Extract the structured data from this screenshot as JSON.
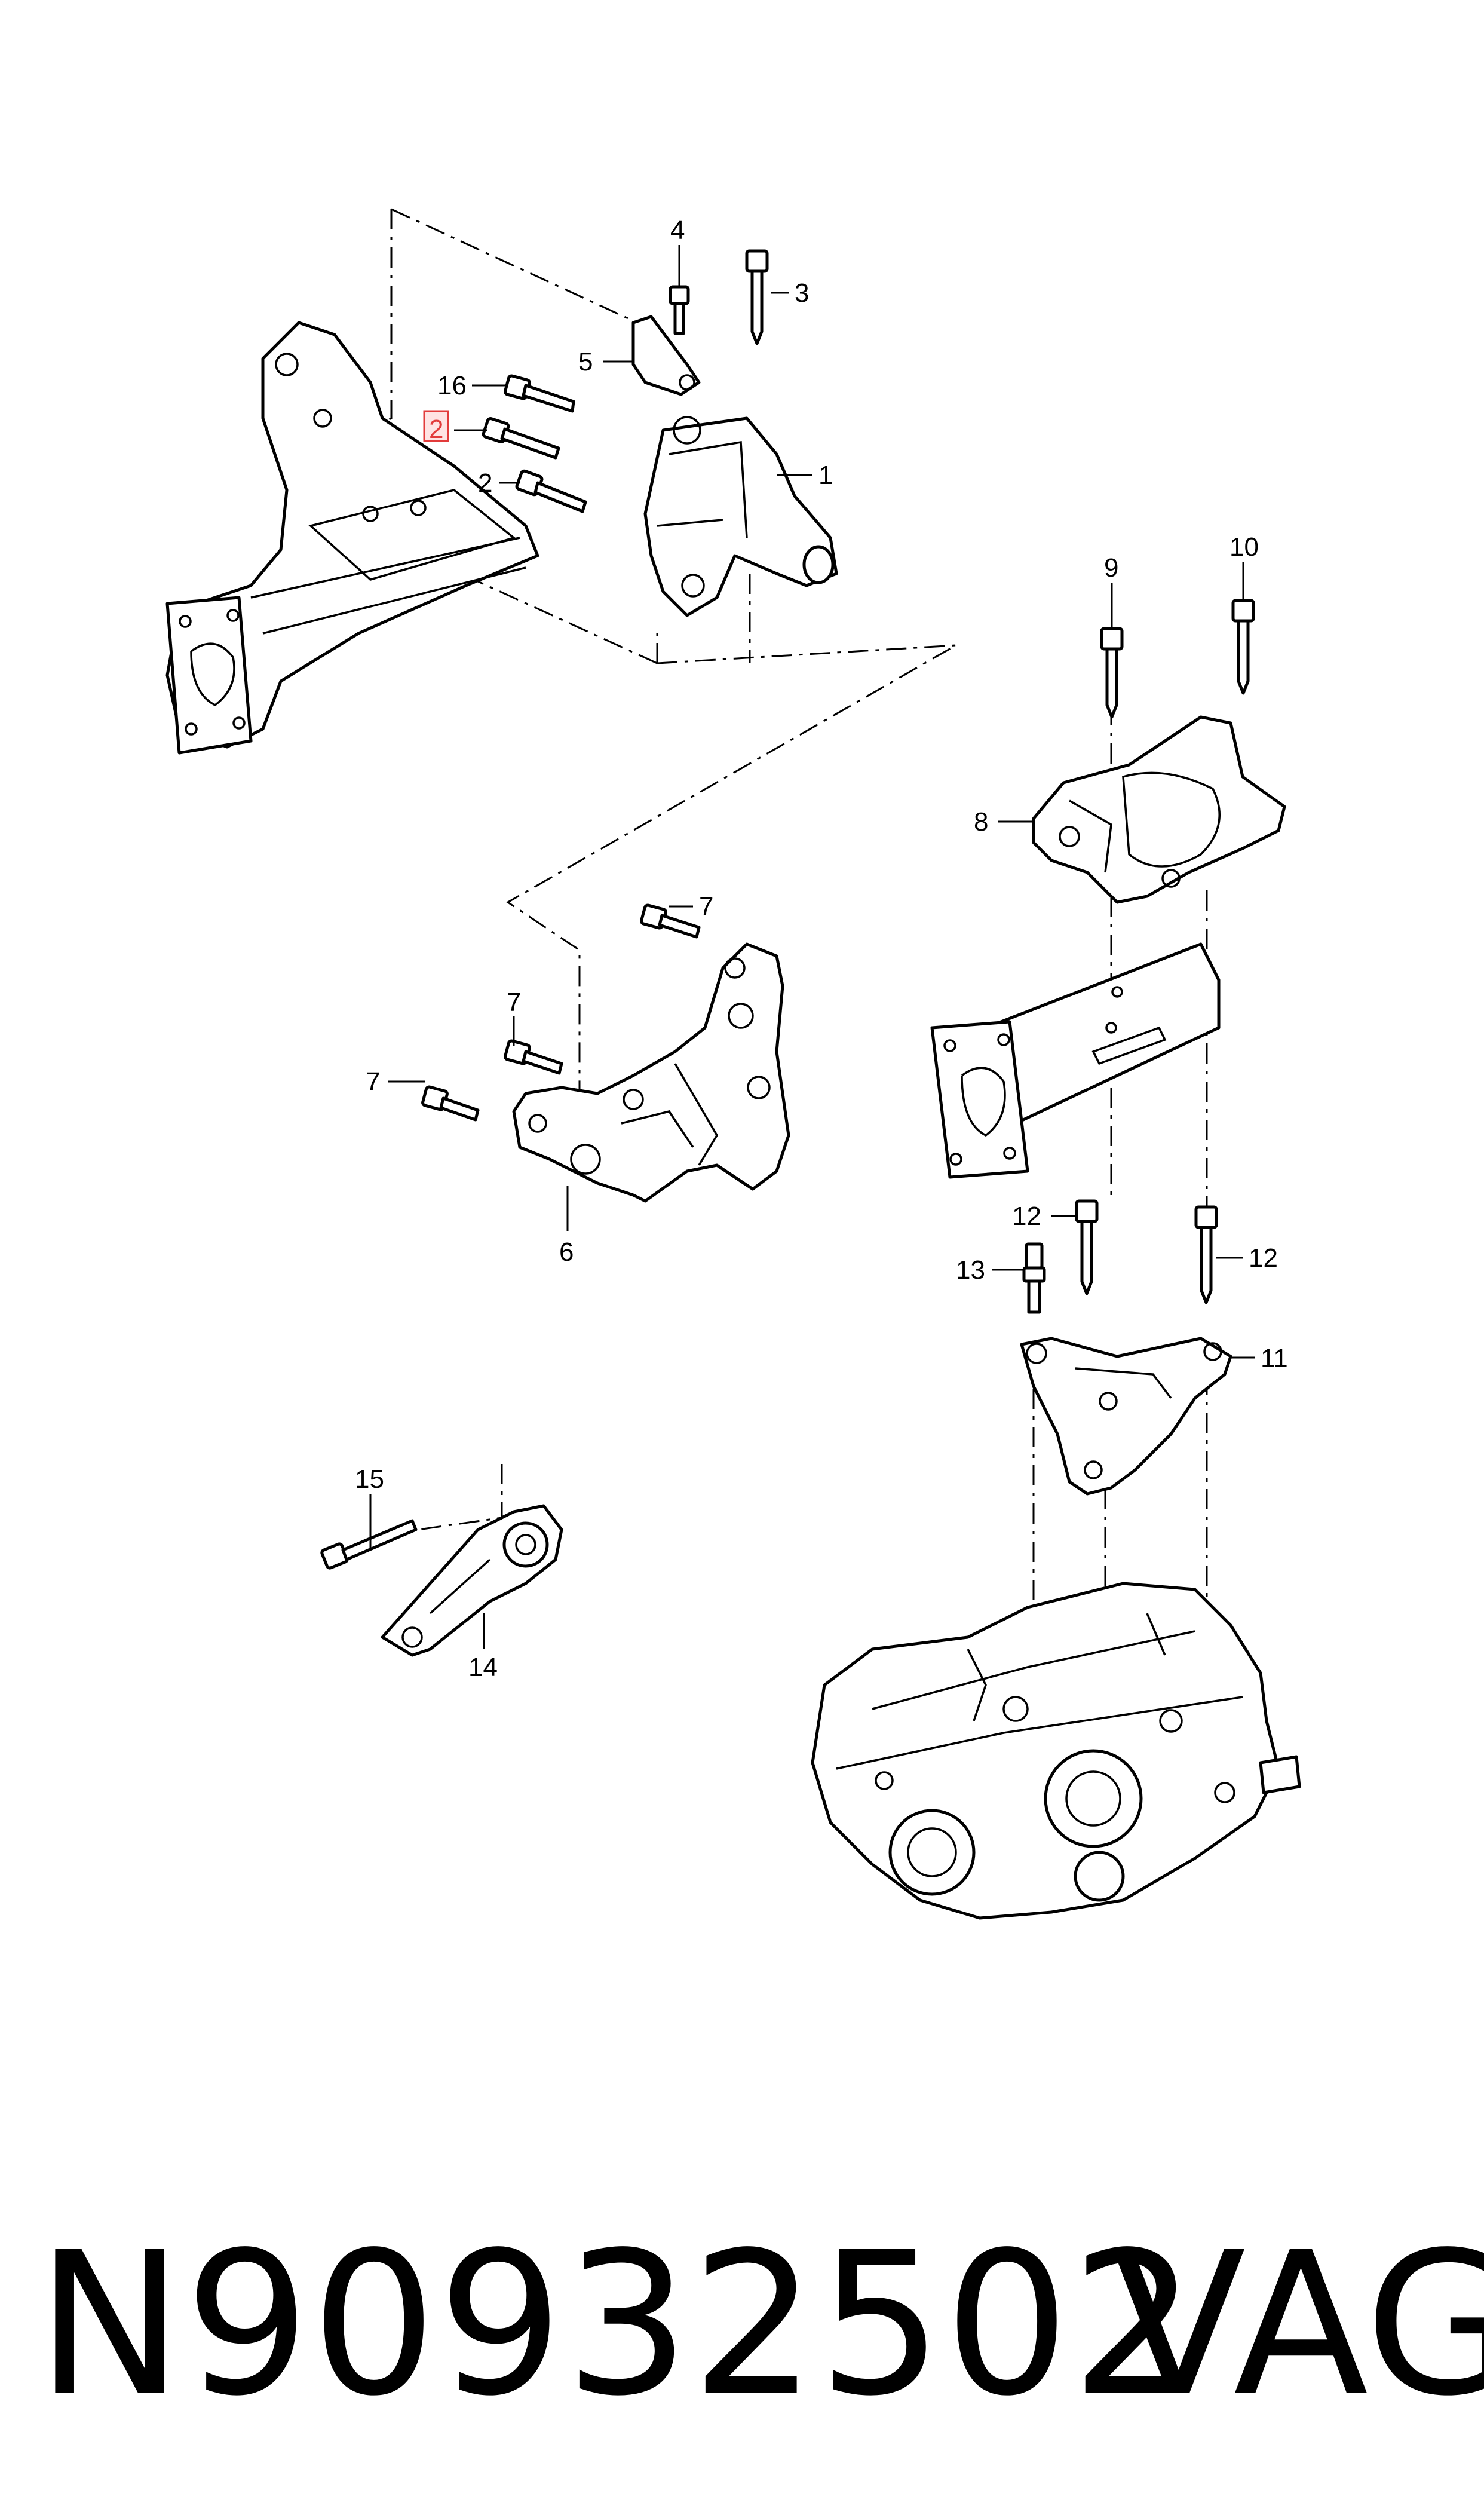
{
  "diagram": {
    "callouts": {
      "c1": "1",
      "c2a": "2",
      "c2b": "2",
      "c3": "3",
      "c4": "4",
      "c5": "5",
      "c6": "6",
      "c7a": "7",
      "c7b": "7",
      "c7c": "7",
      "c8": "8",
      "c9": "9",
      "c10": "10",
      "c11": "11",
      "c12a": "12",
      "c12b": "12",
      "c13": "13",
      "c14": "14",
      "c15": "15",
      "c16": "16"
    },
    "highlighted_callout": "2",
    "highlight_color": "#e23b3b"
  },
  "footer": {
    "part_number": "N90932502",
    "brand": "VAG"
  }
}
